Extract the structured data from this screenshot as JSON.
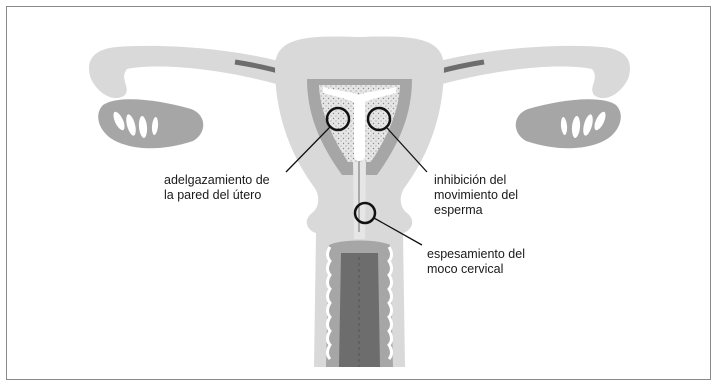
{
  "colors": {
    "background": "#ffffff",
    "frame_border": "#8a8a8a",
    "tissue_light": "#d9d9d9",
    "tissue_mid": "#a6a6a6",
    "tissue_dark": "#6d6d6d",
    "lining": "#e6e6e6",
    "iud_fill": "#ffffff",
    "callout_stroke": "#111111"
  },
  "icons": {
    "uterus": "uterus-anatomy-icon",
    "iud": "t-shaped-iud-icon",
    "magnifier_circle": "callout-circle-icon"
  },
  "labels": {
    "wall_thinning": {
      "line1": "adelgazamiento de",
      "line2": "la pared del útero"
    },
    "sperm_inhibition": {
      "line1": "inhibición del",
      "line2": "movimiento del",
      "line3": "esperma"
    },
    "mucus_thickening": {
      "line1": "espesamiento del",
      "line2": "moco cervical"
    }
  }
}
